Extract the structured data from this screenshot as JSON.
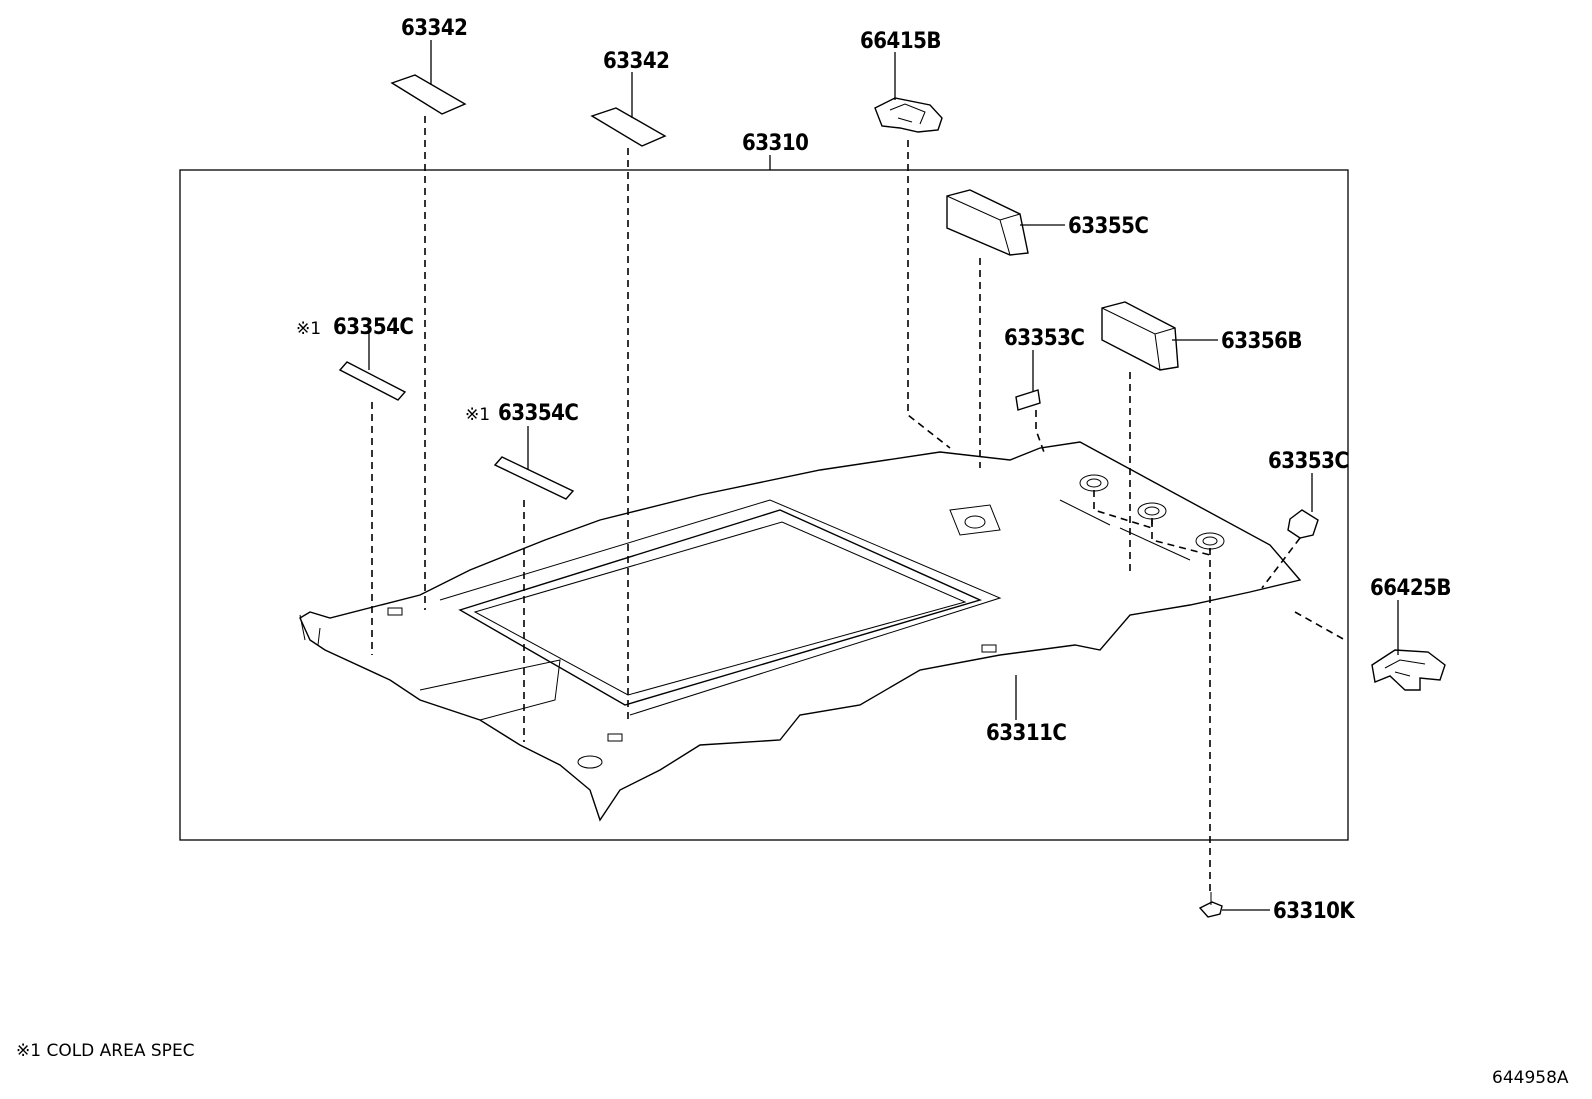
{
  "labels": {
    "p63342_a": "63342",
    "p63342_b": "63342",
    "p66415B": "66415B",
    "p63310": "63310",
    "p63355C": "63355C",
    "p63354C_a": "63354C",
    "p63354C_b": "63354C",
    "p63353C_a": "63353C",
    "p63356B": "63356B",
    "p63353C_b": "63353C",
    "p66425B": "66425B",
    "p63311C": "63311C",
    "p63310K": "63310K"
  },
  "marks": {
    "cold_a": "※1",
    "cold_b": "※1"
  },
  "footnote": "※1 COLD AREA SPEC",
  "diagram_id": "644958A"
}
